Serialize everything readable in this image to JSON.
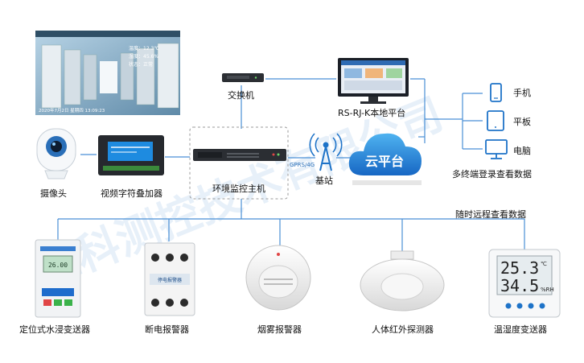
{
  "watermark": "仁科测控技术有限公司",
  "camera_overlay": {
    "temperature": "温度：12.3℃",
    "humidity": "湿度：45.6%",
    "status": "状态：正常",
    "timestamp": "2020年7月2日 星期四 13:09:23"
  },
  "nodes": {
    "switch": "交换机",
    "local_platform": "RS-RJ-K本地平台",
    "host": "环境监控主机",
    "base_station": "基站",
    "gprs": "GPRS/4G",
    "cloud": "云平台",
    "camera": "摄像头",
    "video_overlay": "视频字符叠加器",
    "phone": "手机",
    "tablet": "平板",
    "pc": "电脑",
    "multi_terminal": "多终端登录查看数据",
    "remote_view": "随时远程查看数据"
  },
  "devices": [
    {
      "label": "定位式水浸变送器"
    },
    {
      "label": "断电报警器"
    },
    {
      "label": "烟雾报警器"
    },
    {
      "label": "人体红外探测器"
    },
    {
      "label": "温湿度变送器"
    }
  ],
  "device_details": {
    "water_leak_value": "26.00",
    "power_alarm_text": "停电报警器",
    "temp_reading": "25.3",
    "temp_unit": "℃",
    "hum_reading": "34.5",
    "hum_unit": "%RH"
  },
  "colors": {
    "line": "#4a8fd6",
    "dashed_box": "#9a9a9a",
    "cloud_start": "#3aa0e8",
    "cloud_end": "#1767c4"
  }
}
